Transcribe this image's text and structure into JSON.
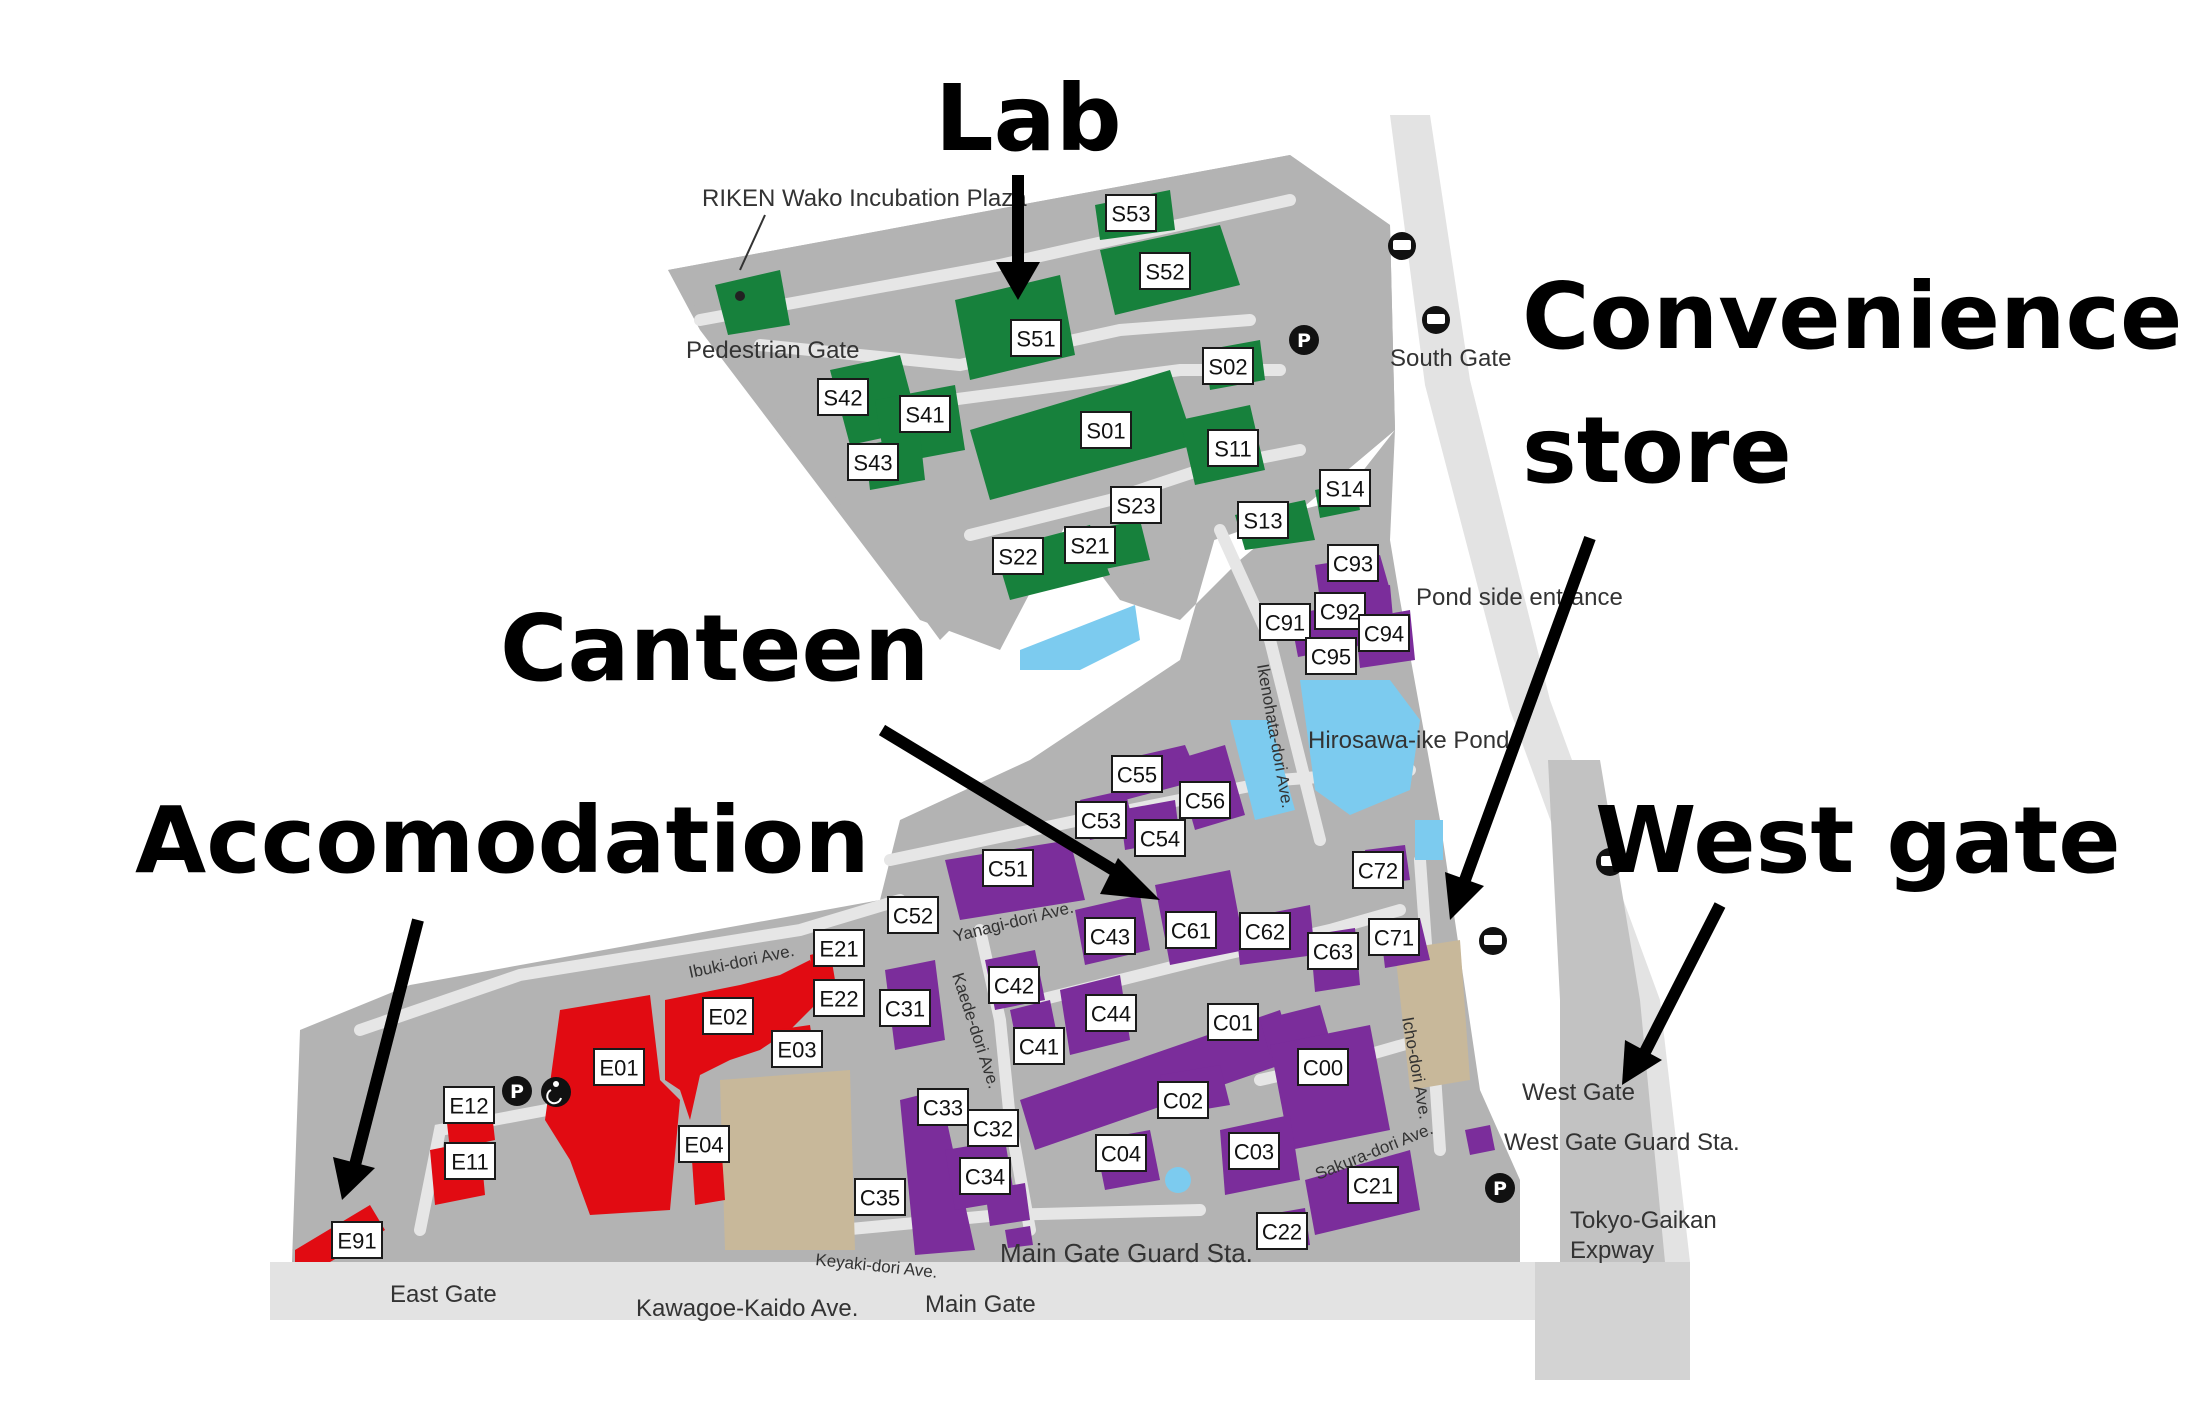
{
  "colors": {
    "lab": "#17813c",
    "central": "#7b2d9b",
    "east": "#e10b12",
    "ground": "#c8b89a",
    "pond": "#7ccbef",
    "land": "#b3b3b3",
    "road": "#e3e3e3"
  },
  "callouts": {
    "lab": "Lab",
    "convenience_line1": "Convenience",
    "convenience_line2": "store",
    "canteen": "Canteen",
    "accomodation": "Accomodation",
    "west_gate": "West gate"
  },
  "places": {
    "incubation": "RIKEN Wako Incubation Plaza",
    "pedestrian_gate": "Pedestrian Gate",
    "south_gate": "South Gate",
    "pond_side": "Pond side entrance",
    "hirosawa": "Hirosawa-ike Pond",
    "west_gate": "West Gate",
    "west_gate_guard": "West Gate Guard Sta.",
    "tokyo_gaikan_1": "Tokyo-Gaikan",
    "tokyo_gaikan_2": "Expway",
    "main_gate_guard": "Main Gate Guard Sta.",
    "main_gate": "Main Gate",
    "kawagoe": "Kawagoe-Kaido Ave.",
    "east_gate": "East Gate"
  },
  "roads": {
    "ibuki": "Ibuki-dori Ave.",
    "yanagi": "Yanagi-dori Ave.",
    "kaede": "Kaede-dori Ave.",
    "keyaki": "Keyaki-dori Ave.",
    "ikenohata": "Ikenohata-dori Ave.",
    "icho": "Icho-dori Ave.",
    "sakura": "Sakura-dori Ave."
  },
  "buildings": {
    "S53": "S53",
    "S52": "S52",
    "S51": "S51",
    "S02": "S02",
    "S42": "S42",
    "S41": "S41",
    "S43": "S43",
    "S01": "S01",
    "S11": "S11",
    "S14": "S14",
    "S23": "S23",
    "S13": "S13",
    "S22": "S22",
    "S21": "S21",
    "C93": "C93",
    "C92": "C92",
    "C91": "C91",
    "C94": "C94",
    "C95": "C95",
    "C55": "C55",
    "C56": "C56",
    "C53": "C53",
    "C54": "C54",
    "C51": "C51",
    "C52": "C52",
    "C72": "C72",
    "C43": "C43",
    "C61": "C61",
    "C62": "C62",
    "C63": "C63",
    "C71": "C71",
    "C42": "C42",
    "C31": "C31",
    "C44": "C44",
    "C01": "C01",
    "C41": "C41",
    "C00": "C00",
    "C33": "C33",
    "C02": "C02",
    "C32": "C32",
    "C04": "C04",
    "C03": "C03",
    "C34": "C34",
    "C21": "C21",
    "C35": "C35",
    "C22": "C22",
    "E21": "E21",
    "E22": "E22",
    "E02": "E02",
    "E03": "E03",
    "E01": "E01",
    "E12": "E12",
    "E04": "E04",
    "E11": "E11",
    "E91": "E91"
  },
  "icons": [
    "parking-icon",
    "accessible-icon",
    "bus-stop-icon"
  ]
}
